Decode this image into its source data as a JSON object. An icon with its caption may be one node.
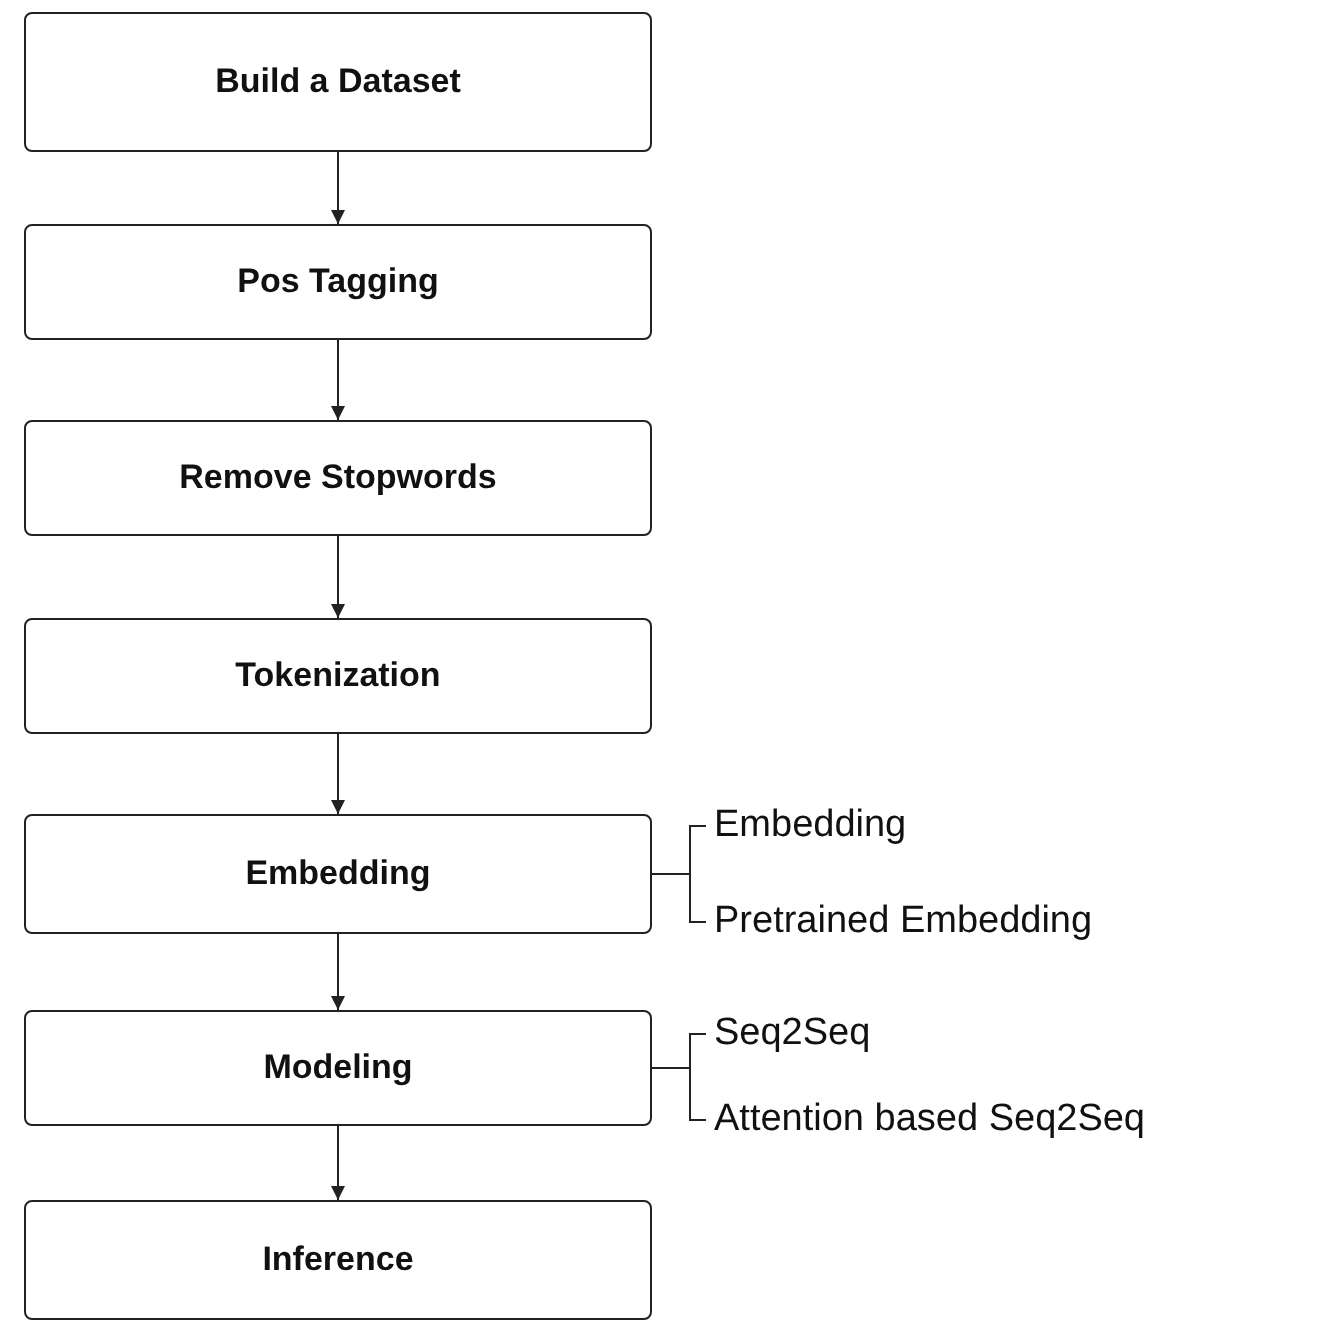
{
  "diagram": {
    "nodes": [
      {
        "text": [
          "Build a Dataset"
        ]
      },
      {
        "text": [
          "Pos Tagging"
        ]
      },
      {
        "text": [
          "Remove Stopwords"
        ]
      },
      {
        "text": [
          "Tokenization"
        ]
      },
      {
        "text": [
          "Embedding"
        ]
      },
      {
        "text": [
          "Modeling"
        ]
      },
      {
        "text": [
          "Inference"
        ]
      },
      {
        "text": [
          "Embedding"
        ]
      },
      {
        "text": [
          "Pretrained Embedding"
        ]
      },
      {
        "text": [
          "Seq2Seq"
        ]
      },
      {
        "text": [
          "Attention based Seq2Seq"
        ]
      }
    ],
    "edges": [
      {
        "from": 0,
        "to": 1,
        "arrow": "to"
      },
      {
        "from": 1,
        "to": 2,
        "arrow": "to"
      },
      {
        "from": 2,
        "to": 3,
        "arrow": "to"
      },
      {
        "from": 3,
        "to": 4,
        "arrow": "to"
      },
      {
        "from": 4,
        "to": 5,
        "arrow": "to"
      },
      {
        "from": 5,
        "to": 6,
        "arrow": "to"
      },
      {
        "from": 4,
        "to": 7,
        "arrow": "none"
      },
      {
        "from": 4,
        "to": 8,
        "arrow": "none"
      },
      {
        "from": 5,
        "to": 9,
        "arrow": "none"
      },
      {
        "from": 5,
        "to": 10,
        "arrow": "none"
      }
    ]
  }
}
